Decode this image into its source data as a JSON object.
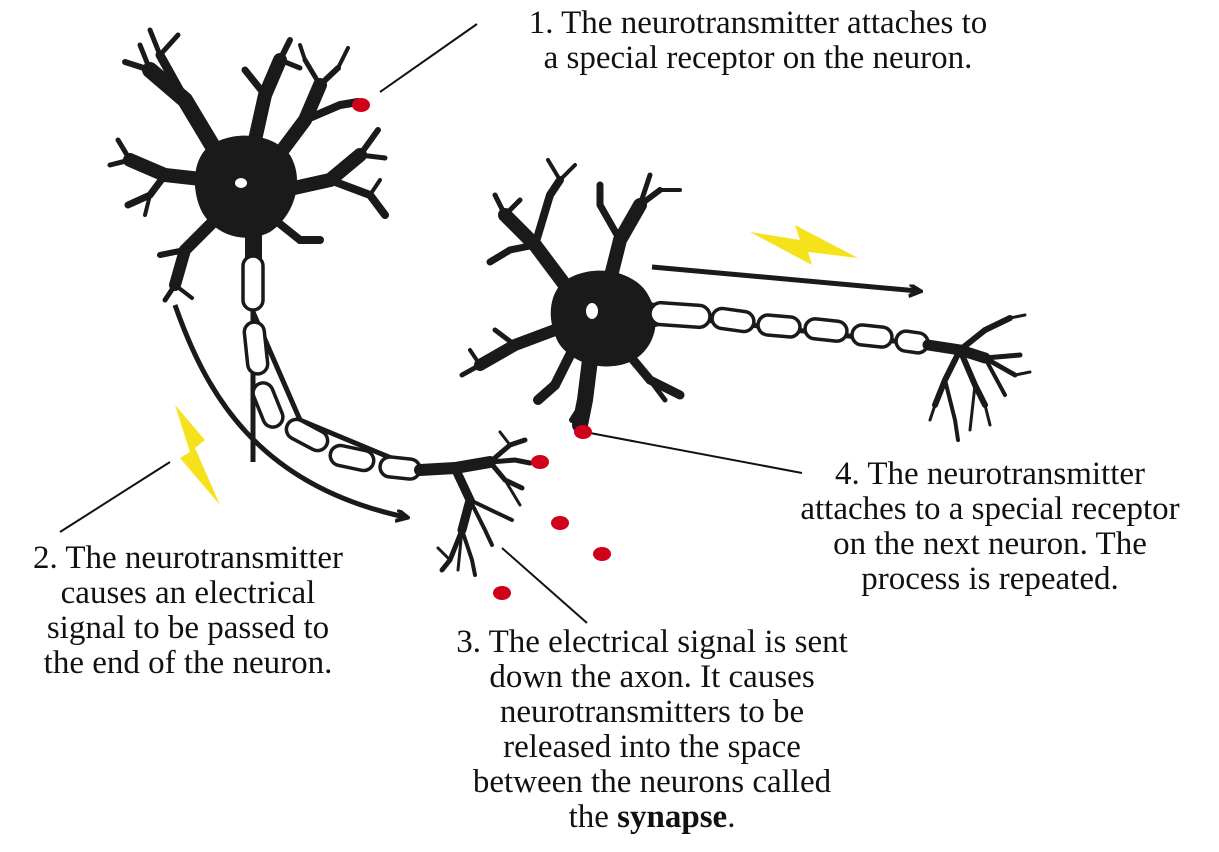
{
  "captions": {
    "step1": {
      "lines": [
        "1. The neurotransmitter attaches to",
        "a special receptor on the neuron."
      ]
    },
    "step2": {
      "lines": [
        "2. The neurotransmitter",
        "causes an electrical",
        "signal to be passed to",
        "the end of the neuron."
      ]
    },
    "step3": {
      "lines": [
        "3. The electrical signal is sent",
        "down the axon. It causes",
        "neurotransmitters to be",
        "released into the space",
        "between the neurons called"
      ],
      "last_prefix": "the ",
      "last_bold": "synapse",
      "last_suffix": "."
    },
    "step4": {
      "lines": [
        "4. The neurotransmitter",
        "attaches to a special receptor",
        "on the next neuron. The",
        "process is repeated."
      ]
    }
  },
  "colors": {
    "neuron": "#1a1a1a",
    "myelin_fill": "#ffffff",
    "neurotransmitter": "#d0021b",
    "lightning": "#f5e21b",
    "leader_line": "#111111"
  }
}
